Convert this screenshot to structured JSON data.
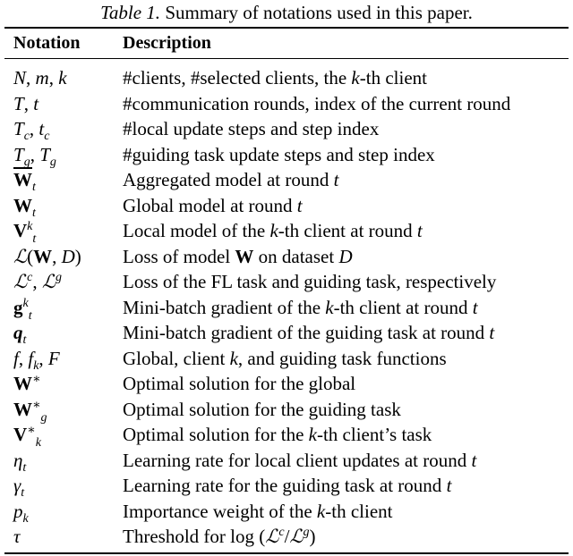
{
  "caption": {
    "label": "Table 1.",
    "text": "Summary of notations used in this paper."
  },
  "header": {
    "notation": "Notation",
    "description": "Description"
  },
  "rows": [
    {
      "notation": "N, m, k",
      "description": "#clients, #selected clients, the k-th client"
    },
    {
      "notation": "T, t",
      "description": "#communication rounds, index of the current round"
    },
    {
      "notation": "Tc, tc",
      "description": "#local update steps and step index"
    },
    {
      "notation": "Tg, Tg",
      "description": "#guiding task update steps and step index"
    },
    {
      "notation": "W̄t",
      "description": "Aggregated model at round t"
    },
    {
      "notation": "Wt",
      "description": "Global model at round t"
    },
    {
      "notation": "Vtk",
      "description": "Local model of the k-th client at round t"
    },
    {
      "notation": "ℒ(W, D)",
      "description": "Loss of model W on dataset D"
    },
    {
      "notation": "ℒc, ℒg",
      "description": "Loss of the FL task and guiding task, respectively"
    },
    {
      "notation": "gtk",
      "description": "Mini-batch gradient of the k-th client at round t"
    },
    {
      "notation": "qt",
      "description": "Mini-batch gradient of the guiding task at round t"
    },
    {
      "notation": "f, fk, F",
      "description": "Global, client k, and guiding task functions"
    },
    {
      "notation": "W*",
      "description": "Optimal solution for the global"
    },
    {
      "notation": "Wg*",
      "description": "Optimal solution for the guiding task"
    },
    {
      "notation": "Vk*",
      "description": "Optimal solution for the k-th client’s task"
    },
    {
      "notation": "ηt",
      "description": "Learning rate for local client updates at round t"
    },
    {
      "notation": "γt",
      "description": "Learning rate for the guiding task at round t"
    },
    {
      "notation": "pk",
      "description": "Importance weight of the k-th client"
    },
    {
      "notation": "τ",
      "description": "Threshold for log (ℒc/ℒg)"
    }
  ]
}
